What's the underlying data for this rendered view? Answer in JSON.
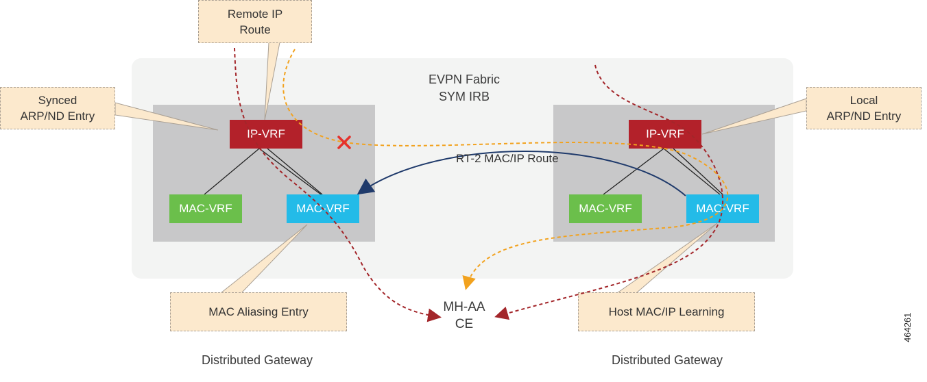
{
  "fabric": {
    "title_line1": "EVPN Fabric",
    "title_line2": "SYM IRB"
  },
  "left_gateway": {
    "ip_vrf": "IP-VRF",
    "mac_vrf_green": "MAC-VRF",
    "mac_vrf_blue": "MAC-VRF",
    "caption": "Distributed Gateway"
  },
  "right_gateway": {
    "ip_vrf": "IP-VRF",
    "mac_vrf_green": "MAC-VRF",
    "mac_vrf_blue": "MAC-VRF",
    "caption": "Distributed Gateway"
  },
  "callouts": {
    "remote_ip_line1": "Remote IP",
    "remote_ip_line2": "Route",
    "synced_line1": "Synced",
    "synced_line2": "ARP/ND Entry",
    "local_line1": "Local",
    "local_line2": "ARP/ND Entry",
    "mac_aliasing": "MAC Aliasing Entry",
    "host_learning": "Host MAC/IP Learning"
  },
  "route_label": "RT-2 MAC/IP Route",
  "ce": {
    "line1": "MH-AA",
    "line2": "CE"
  },
  "figure_id": "464261",
  "colors": {
    "ip_vrf": "#b3212a",
    "mac_vrf_green": "#6bbf4b",
    "mac_vrf_blue": "#23bbe8",
    "red_path": "#a3262a",
    "orange_path": "#f2a21e",
    "navy_path": "#1f3a6b",
    "blocked_marker": "#e5312b",
    "callout_fill": "#fce9cd"
  }
}
